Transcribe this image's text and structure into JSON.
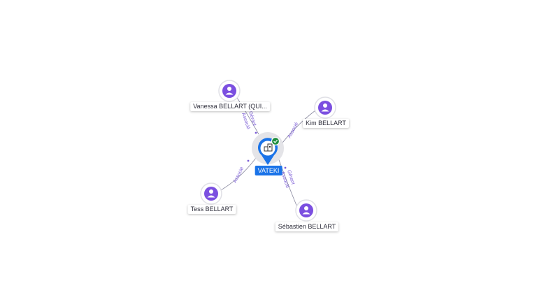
{
  "company": {
    "name": "VATEKI",
    "icon": "building-icon",
    "status_icon": "check-badge-icon",
    "color": "#1a73e8",
    "status_color": "#1e8e3e"
  },
  "people": [
    {
      "id": "vanessa",
      "name": "Vanessa BELLART (QUI...",
      "icon": "person-icon",
      "edge_labels": [
        "Gérant",
        "Associé"
      ]
    },
    {
      "id": "kim",
      "name": "Kim BELLART",
      "icon": "person-icon",
      "edge_labels": [
        "Associé"
      ]
    },
    {
      "id": "tess",
      "name": "Tess BELLART",
      "icon": "person-icon",
      "edge_labels": [
        "Associé"
      ]
    },
    {
      "id": "sebastien",
      "name": "Sébastien BELLART",
      "icon": "person-icon",
      "edge_labels": [
        "Gérant",
        "Associé"
      ]
    }
  ],
  "colors": {
    "person_accent": "#7b4fe0",
    "edge_label": "#7b5cd6"
  }
}
